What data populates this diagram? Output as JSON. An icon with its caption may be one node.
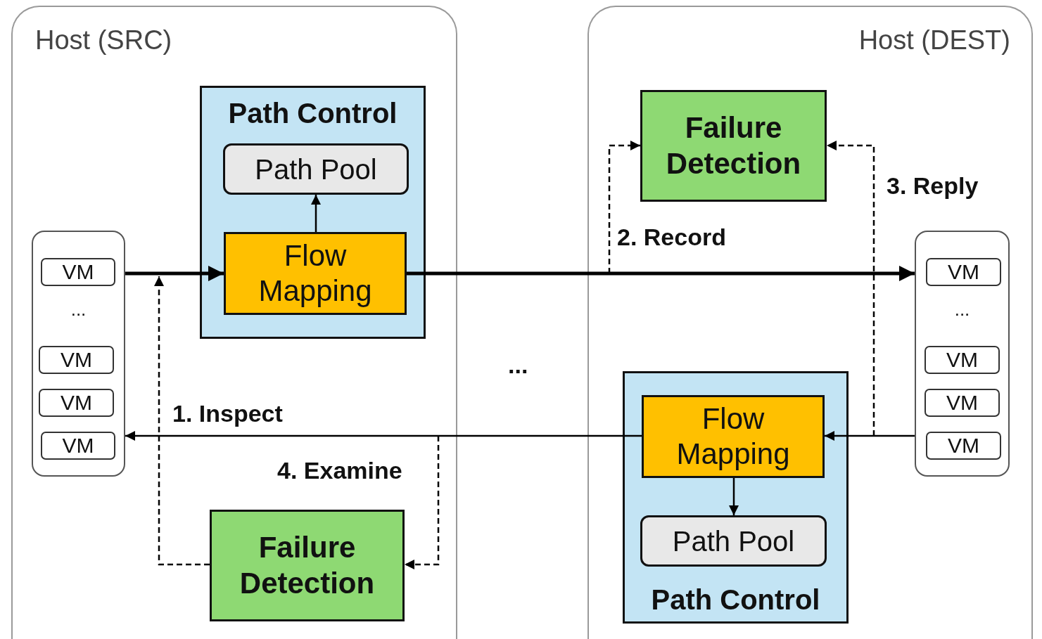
{
  "diagram": {
    "nodes": [
      {
        "text": [
          "Host (SRC)"
        ]
      },
      {
        "text": [
          "Host (DEST)"
        ]
      },
      {
        "text": [
          "..."
        ],
        "in": 0
      },
      {
        "text": [
          "VM"
        ],
        "in": 2
      },
      {
        "text": [
          "VM"
        ],
        "in": 2
      },
      {
        "text": [
          "VM"
        ],
        "in": 2
      },
      {
        "text": [
          "VM"
        ],
        "in": 2
      },
      {
        "text": [
          "Path Control"
        ],
        "in": 0
      },
      {
        "text": [
          "Path Pool"
        ],
        "in": 7
      },
      {
        "text": [
          "Flow Mapping"
        ],
        "in": 7
      },
      {
        "text": [
          "Failure Detection"
        ],
        "in": 0
      },
      {
        "text": [
          "Failure Detection"
        ],
        "in": 1
      },
      {
        "text": [
          "Path Control"
        ],
        "in": 1
      },
      {
        "text": [
          "Flow Mapping"
        ],
        "in": 12
      },
      {
        "text": [
          "Path Pool"
        ],
        "in": 12
      },
      {
        "text": [
          "..."
        ],
        "in": 1
      },
      {
        "text": [
          "VM"
        ],
        "in": 15
      },
      {
        "text": [
          "VM"
        ],
        "in": 15
      },
      {
        "text": [
          "VM"
        ],
        "in": 15
      },
      {
        "text": [
          "VM"
        ],
        "in": 15
      }
    ],
    "edges": [
      {
        "from": 2,
        "to": 9,
        "arrow": "to",
        "style": "thick"
      },
      {
        "from": 9,
        "to": 8,
        "arrow": "to"
      },
      {
        "from": 9,
        "to": 15,
        "arrow": "to",
        "style": "thick"
      },
      {
        "from": null,
        "to": 11,
        "arrow": "to",
        "style": "dashed",
        "label": "2. Record"
      },
      {
        "from": null,
        "to": 11,
        "arrow": "to",
        "style": "dashed",
        "label": "3. Reply"
      },
      {
        "from": 15,
        "to": 13,
        "arrow": "to"
      },
      {
        "from": 13,
        "to": 14,
        "arrow": "to"
      },
      {
        "from": 13,
        "to": 2,
        "arrow": "to"
      },
      {
        "from": 10,
        "to": null,
        "arrow": "to",
        "style": "dashed",
        "label": "1. Inspect"
      },
      {
        "from": null,
        "to": 10,
        "arrow": "to",
        "style": "dashed",
        "label": "4. Examine"
      }
    ],
    "labels": [
      "..."
    ]
  }
}
